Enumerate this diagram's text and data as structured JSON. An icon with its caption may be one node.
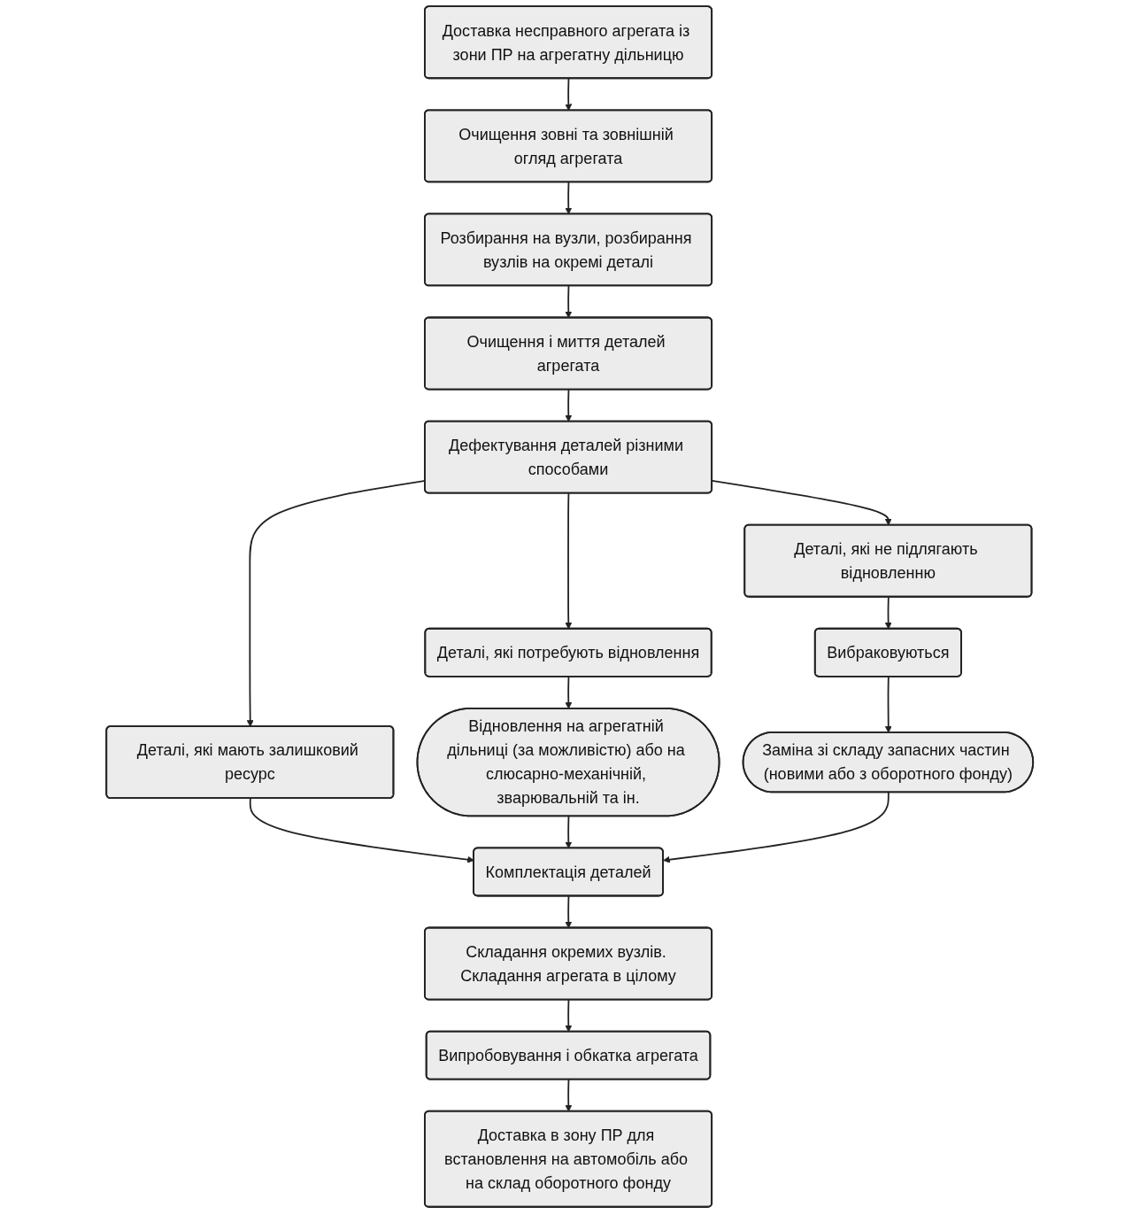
{
  "diagram": {
    "nodes": [
      {
        "text": [
          "Доставка несправного агрегата із зони ПР на агрегатну дільницю"
        ]
      },
      {
        "text": [
          "Очищення зовні та зовнішній огляд агрегата"
        ]
      },
      {
        "text": [
          "Розбирання на вузли, розбирання вузлів на окремі деталі"
        ]
      },
      {
        "text": [
          "Очищення і миття деталей агрегата"
        ]
      },
      {
        "text": [
          "Дефектування деталей різними способами"
        ]
      },
      {
        "text": [
          "Деталі, які мають залишковий ресурс"
        ]
      },
      {
        "text": [
          "Деталі, які потребують відновлення"
        ]
      },
      {
        "text": [
          "Деталі, які не підлягають відновленню"
        ]
      },
      {
        "text": [
          "Відновлення на агрегатній дільниці (за можливістю) або на слюсарно-механічній, зварювальній та ін."
        ]
      },
      {
        "text": [
          "Вибраковуються"
        ]
      },
      {
        "text": [
          "Заміна зі складу запасних частин (новими або з оборотного фонду)"
        ]
      },
      {
        "text": [
          "Комплектація деталей"
        ]
      },
      {
        "text": [
          "Складання окремих вузлів. Складання агрегата в цілому"
        ]
      },
      {
        "text": [
          "Випробовування і обкатка агрегата"
        ]
      },
      {
        "text": [
          "Доставка в зону ПР для встановлення на автомобіль або на склад оборотного фонду"
        ]
      }
    ],
    "edges": [
      {
        "from": 0,
        "to": 1,
        "arrow": "to"
      },
      {
        "from": 1,
        "to": 2,
        "arrow": "to"
      },
      {
        "from": 2,
        "to": 3,
        "arrow": "to"
      },
      {
        "from": 3,
        "to": 4,
        "arrow": "to"
      },
      {
        "from": 4,
        "to": 5,
        "arrow": "to"
      },
      {
        "from": 4,
        "to": 6,
        "arrow": "to"
      },
      {
        "from": 4,
        "to": 7,
        "arrow": "to"
      },
      {
        "from": 6,
        "to": 8,
        "arrow": "to"
      },
      {
        "from": 7,
        "to": 9,
        "arrow": "to"
      },
      {
        "from": 9,
        "to": 10,
        "arrow": "to"
      },
      {
        "from": 5,
        "to": 11,
        "arrow": "to"
      },
      {
        "from": 8,
        "to": 11,
        "arrow": "to"
      },
      {
        "from": 10,
        "to": 11,
        "arrow": "to"
      },
      {
        "from": 11,
        "to": 12,
        "arrow": "to"
      },
      {
        "from": 12,
        "to": 13,
        "arrow": "to"
      },
      {
        "from": 13,
        "to": 14,
        "arrow": "to"
      }
    ]
  }
}
